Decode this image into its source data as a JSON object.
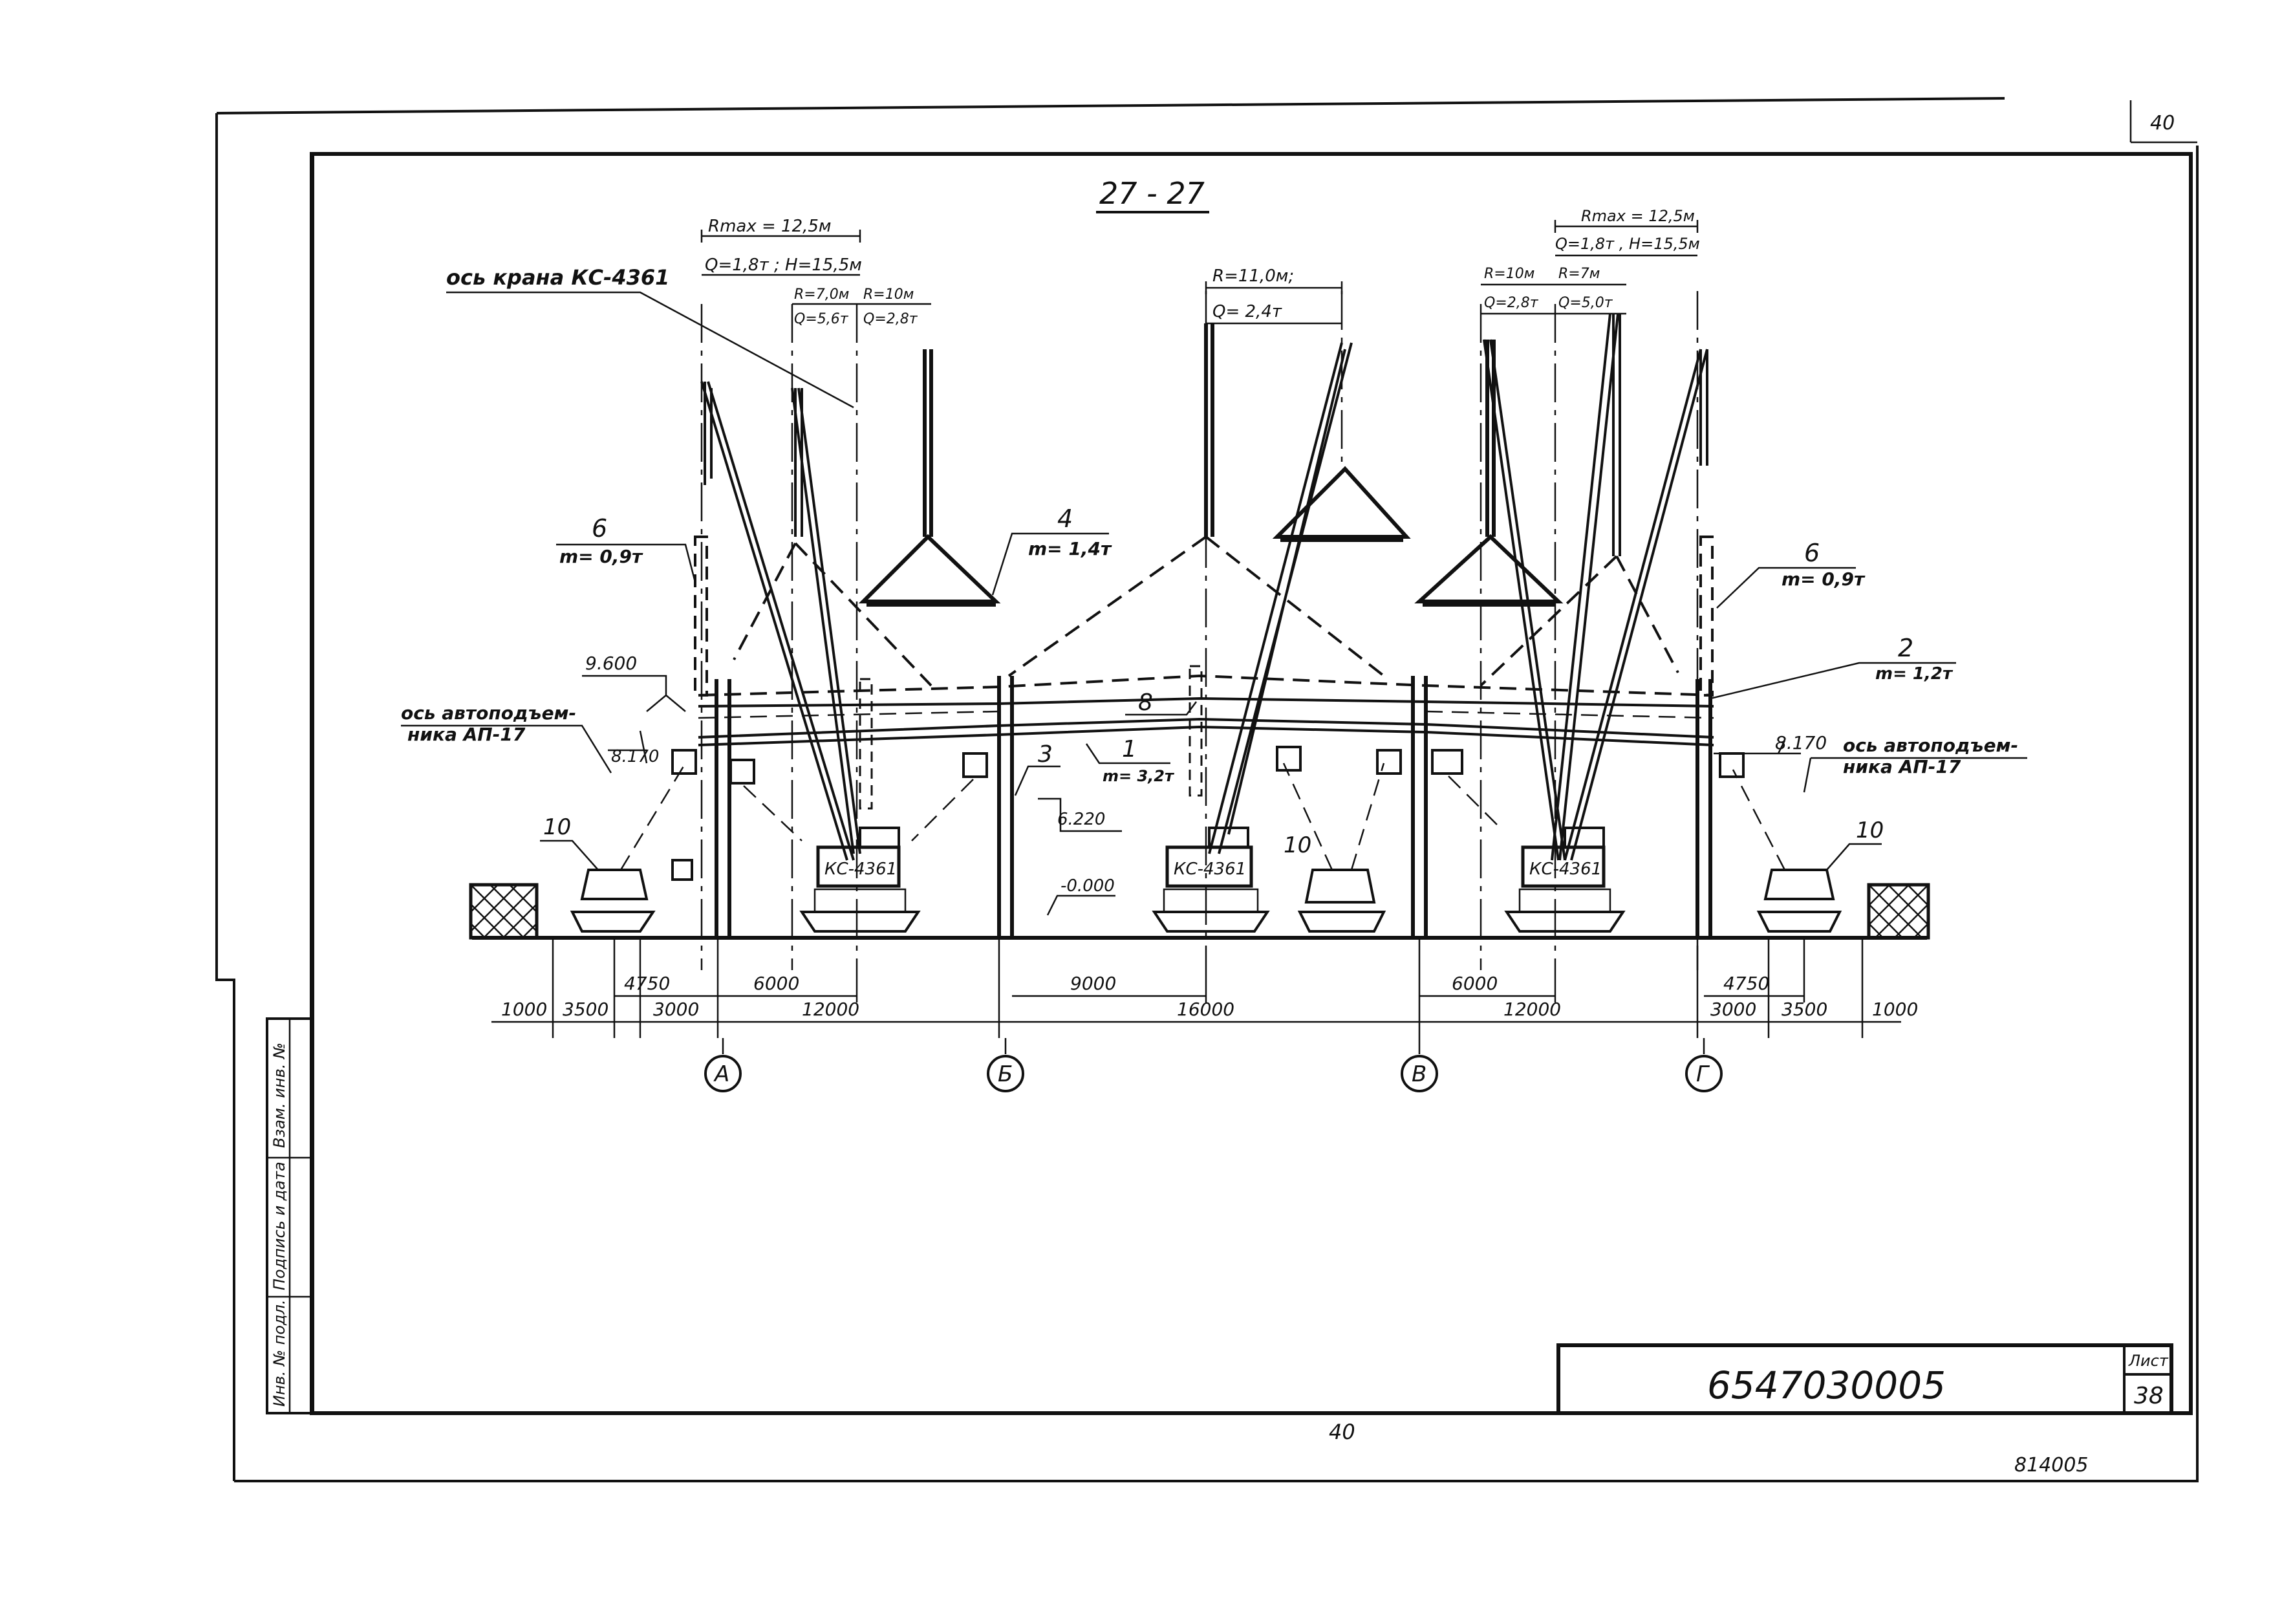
{
  "page_number_top": "40",
  "page_number_bottom": "40",
  "corner_code": "814005",
  "section_title": "27 - 27",
  "title_block": {
    "doc_number": "6547030005",
    "sheet_label": "Лист",
    "sheet_number": "38"
  },
  "side_stamp": {
    "col1": "Инв. № подл.",
    "col2": "Подпись и дата",
    "col3": "Взам. инв. №"
  },
  "crane_axis_label": "ось крана КС-4361",
  "crane_label": "КС-4361",
  "lift_axis_label": {
    "line1": "ось автоподъем-",
    "line2": "ника  АП-17"
  },
  "crane_params": {
    "left_max": {
      "r": "Rmax = 12,5м",
      "q": "Q=1,8т ; H=15,5м"
    },
    "left_mid": {
      "r": "R=7,0м",
      "q": "Q=5,6т"
    },
    "left_near": {
      "r": "R=10м",
      "q": "Q=2,8т"
    },
    "center": {
      "r": "R=11,0м;",
      "q": "Q= 2,4т"
    },
    "right_near": {
      "r": "R=10м",
      "q": "Q=2,8т"
    },
    "right_mid": {
      "r": "R=7м",
      "q": "Q=5,0т"
    },
    "right_max": {
      "r": "Rmax = 12,5м",
      "q": "Q=1,8т , H=15,5м"
    }
  },
  "callouts": {
    "c6_left": {
      "num": "6",
      "mass": "m= 0,9т"
    },
    "c6_right": {
      "num": "6",
      "mass": "m= 0,9т"
    },
    "c4": {
      "num": "4",
      "mass": "m= 1,4т"
    },
    "c2": {
      "num": "2",
      "mass": "m= 1,2т"
    },
    "c1": {
      "num": "1",
      "mass": "m= 3,2т"
    },
    "c8": {
      "num": "8"
    },
    "c3": {
      "num": "3"
    },
    "c10": "10"
  },
  "elevations": {
    "e9600": "9.600",
    "e8170_left": "8.170",
    "e8170_right": "8.170",
    "e6220": "6.220",
    "e0000": "-0.000"
  },
  "dims_row1": [
    "4750",
    "6000",
    "9000",
    "6000",
    "4750"
  ],
  "dims_row2": [
    "1000",
    "3500",
    "3000",
    "12000",
    "16000",
    "12000",
    "3000",
    "3500",
    "1000"
  ],
  "axes": [
    "А",
    "Б",
    "В",
    "Г"
  ]
}
